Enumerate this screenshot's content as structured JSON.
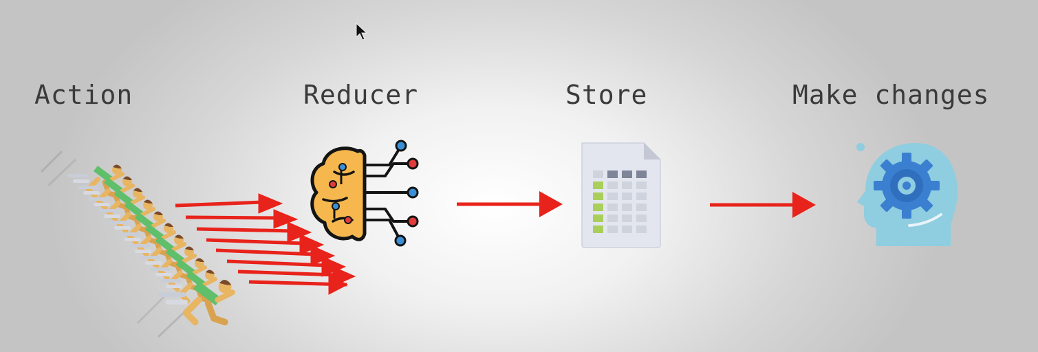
{
  "diagram": {
    "stages": [
      {
        "label": "Action",
        "icon": "running-crowd-icon"
      },
      {
        "label": "Reducer",
        "icon": "brain-circuit-icon"
      },
      {
        "label": "Store",
        "icon": "spreadsheet-document-icon"
      },
      {
        "label": "Make changes",
        "icon": "head-gear-icon"
      }
    ],
    "arrow_color": "#e8231b",
    "cursor": "mouse-pointer-icon"
  }
}
